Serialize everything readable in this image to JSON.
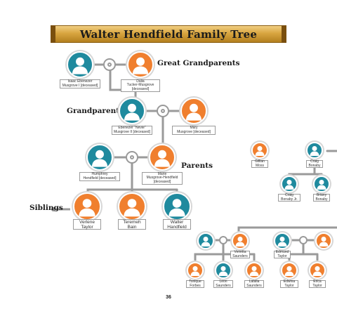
{
  "title": "Walter Hendfield Family Tree",
  "generation_labels": {
    "great_grandparents": "Great Grandparents",
    "grandparents": "Grandparents",
    "parents": "Parents",
    "siblings": "Siblings"
  },
  "people": {
    "isaac": [
      "Isaac Ebenezer",
      "Musgrove I [deceased]"
    ],
    "dalia": [
      "Dalia",
      "Tucker-Musgrove",
      "[deceased]"
    ],
    "ebenezer": [
      "Ebenezer \"Nevie\"",
      "Musgrove II [deceased]"
    ],
    "mary_g": [
      "Mary",
      "Musgrove [deceased]"
    ],
    "humphrey": [
      "Humphrey",
      "Hendfield [deceased]"
    ],
    "marie": [
      "Marie",
      "Musgrove-Hendfield",
      "[deceased]"
    ],
    "verlene": [
      "Verlene",
      "Taylor"
    ],
    "teremeh": [
      "Teremeh",
      "Bain"
    ],
    "walter": [
      "Walter",
      "Handfield"
    ],
    "gillian": [
      "Gillian",
      "Moss"
    ],
    "craig": [
      "Craig",
      "Bonaby"
    ],
    "craig_jr": [
      "Craig",
      "Bonaby Jr."
    ],
    "briany": [
      "Briany",
      "Bonaby"
    ],
    "venetta": [
      "Venetta",
      "Saunders"
    ],
    "edmund": [
      "Edmund",
      "Taylor"
    ],
    "tonique": [
      "Tonique",
      "Forbes"
    ],
    "leon": [
      "Leon",
      "Saunders"
    ],
    "latalia": [
      "Latalia",
      "Saunders"
    ],
    "edwina": [
      "Edwina",
      "Taylor"
    ],
    "erica": [
      "Erica",
      "Taylor"
    ]
  },
  "page_number": "36",
  "colors": {
    "teal": "#1f8a9e",
    "orange": "#f07f2e",
    "connector": "#9a9a9a",
    "banner": "#d9a640"
  }
}
